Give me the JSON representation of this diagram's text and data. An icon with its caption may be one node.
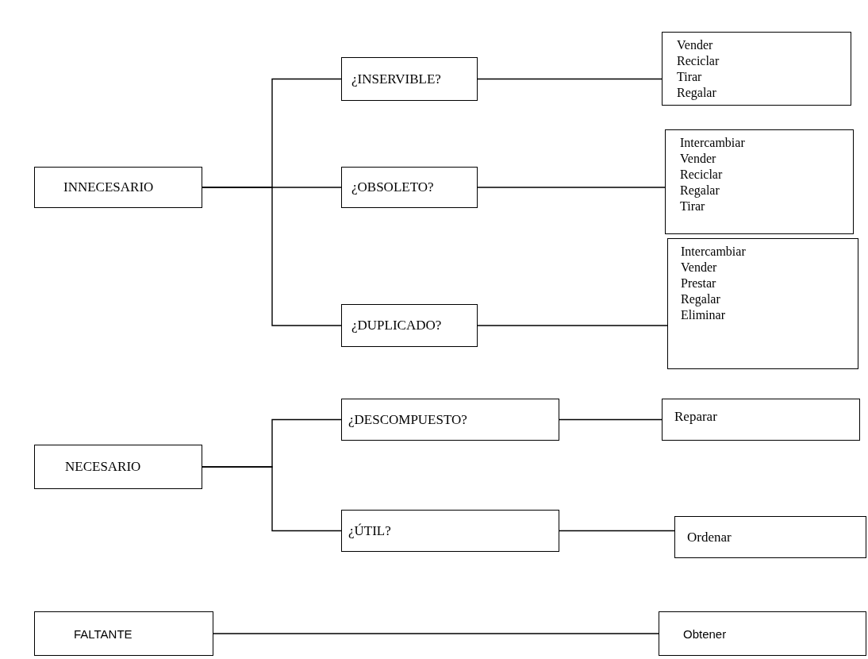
{
  "diagram": {
    "nodes": [
      {
        "text": [
          "INNECESARIO"
        ]
      },
      {
        "text": [
          "¿INSERVIBLE?"
        ]
      },
      {
        "text": [
          "Vender",
          "Reciclar",
          "Tirar",
          "Regalar"
        ]
      },
      {
        "text": [
          "¿OBSOLETO?"
        ]
      },
      {
        "text": [
          "Intercambiar",
          "Vender",
          "Reciclar",
          "Regalar",
          "Tirar"
        ]
      },
      {
        "text": [
          "¿DUPLICADO?"
        ]
      },
      {
        "text": [
          "Intercambiar",
          "Vender",
          "Prestar",
          "Regalar",
          "Eliminar"
        ]
      },
      {
        "text": [
          "NECESARIO"
        ]
      },
      {
        "text": [
          "¿DESCOMPUESTO?"
        ]
      },
      {
        "text": [
          "Reparar"
        ]
      },
      {
        "text": [
          "¿ÚTIL?"
        ]
      },
      {
        "text": [
          "Ordenar"
        ]
      },
      {
        "text": [
          "FALTANTE"
        ]
      },
      {
        "text": [
          "Obtener"
        ]
      }
    ],
    "edges": [
      {
        "from": 0,
        "to": 1,
        "arrow": "none"
      },
      {
        "from": 0,
        "to": 3,
        "arrow": "none"
      },
      {
        "from": 0,
        "to": 5,
        "arrow": "none"
      },
      {
        "from": 1,
        "to": 2,
        "arrow": "none"
      },
      {
        "from": 3,
        "to": 4,
        "arrow": "none"
      },
      {
        "from": 5,
        "to": 6,
        "arrow": "none"
      },
      {
        "from": 7,
        "to": 8,
        "arrow": "none"
      },
      {
        "from": 7,
        "to": 10,
        "arrow": "none"
      },
      {
        "from": 8,
        "to": 9,
        "arrow": "none"
      },
      {
        "from": 10,
        "to": 11,
        "arrow": "none"
      },
      {
        "from": 12,
        "to": 13,
        "arrow": "none"
      }
    ]
  }
}
